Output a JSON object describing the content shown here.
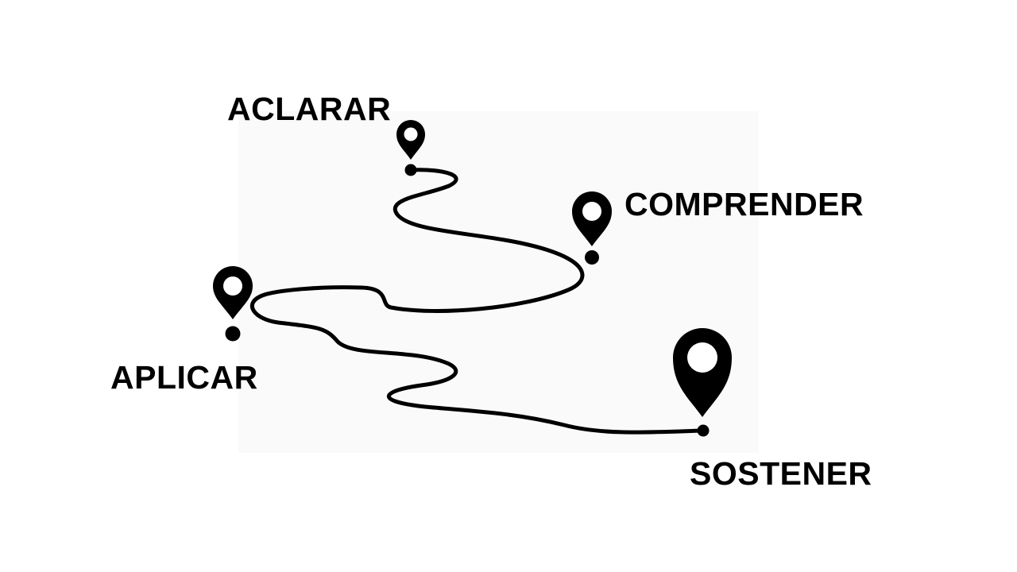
{
  "stages": [
    {
      "label": "ACLARAR"
    },
    {
      "label": "COMPRENDER"
    },
    {
      "label": "APLICAR"
    },
    {
      "label": "SOSTENER"
    }
  ],
  "colors": {
    "ink": "#000000",
    "background": "#ffffff",
    "paper": "#fafafa",
    "pin_hole": "#ffffff"
  },
  "icons": [
    "map-pin-icon",
    "map-pin-icon",
    "map-pin-icon",
    "map-pin-icon"
  ]
}
